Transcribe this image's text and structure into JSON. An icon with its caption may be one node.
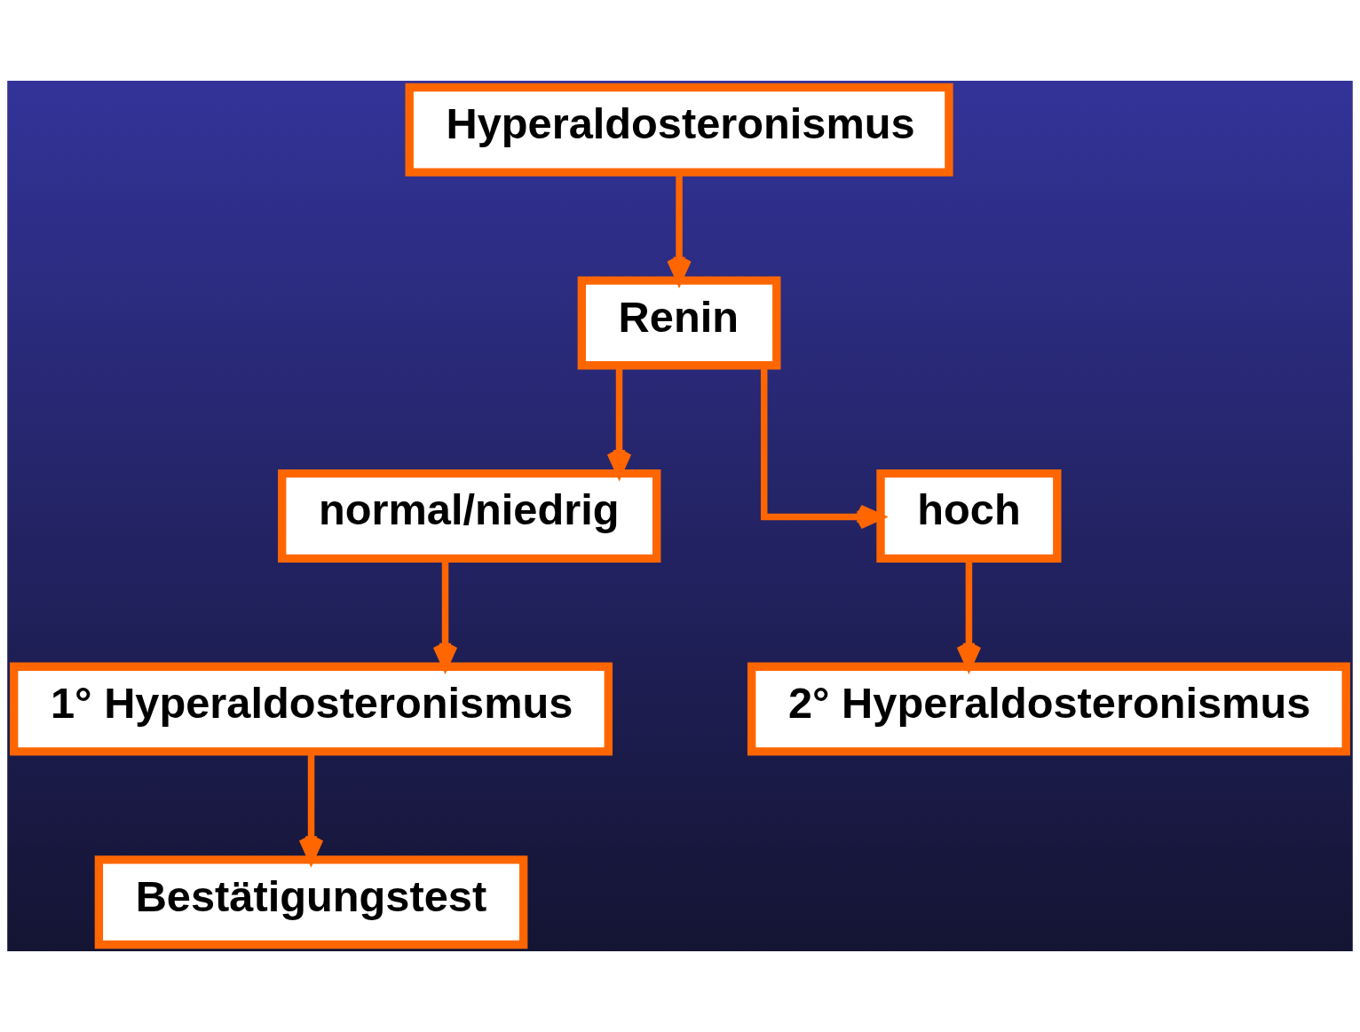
{
  "diagram": {
    "nodes": [
      {
        "text": [
          "Hyperaldosteronismus"
        ]
      },
      {
        "text": [
          "Renin"
        ]
      },
      {
        "text": [
          "normal/niedrig"
        ]
      },
      {
        "text": [
          "hoch"
        ]
      },
      {
        "text": [
          "1° Hyperaldosteronismus"
        ]
      },
      {
        "text": [
          "2° Hyperaldosteronismus"
        ]
      },
      {
        "text": [
          "Bestätigungstest"
        ]
      }
    ],
    "edges": [
      {
        "from": 0,
        "to": 1,
        "arrow": "to"
      },
      {
        "from": 1,
        "to": 2,
        "arrow": "to"
      },
      {
        "from": 1,
        "to": 3,
        "arrow": "to"
      },
      {
        "from": 2,
        "to": 4,
        "arrow": "to"
      },
      {
        "from": 3,
        "to": 5,
        "arrow": "to"
      },
      {
        "from": 4,
        "to": 6,
        "arrow": "to"
      }
    ]
  }
}
